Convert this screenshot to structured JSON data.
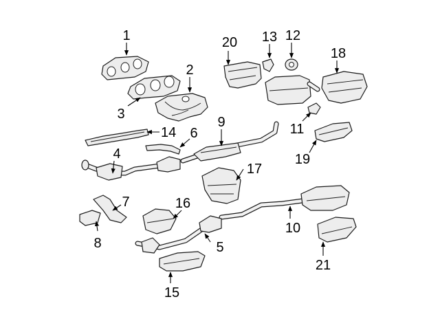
{
  "callouts": {
    "p1": "1",
    "p2": "2",
    "p3": "3",
    "p4": "4",
    "p5": "5",
    "p6": "6",
    "p7": "7",
    "p8": "8",
    "p9": "9",
    "p10": "10",
    "p11": "11",
    "p12": "12",
    "p13": "13",
    "p14": "14",
    "p15": "15",
    "p16": "16",
    "p17": "17",
    "p18": "18",
    "p19": "19",
    "p20": "20",
    "p21": "21"
  }
}
